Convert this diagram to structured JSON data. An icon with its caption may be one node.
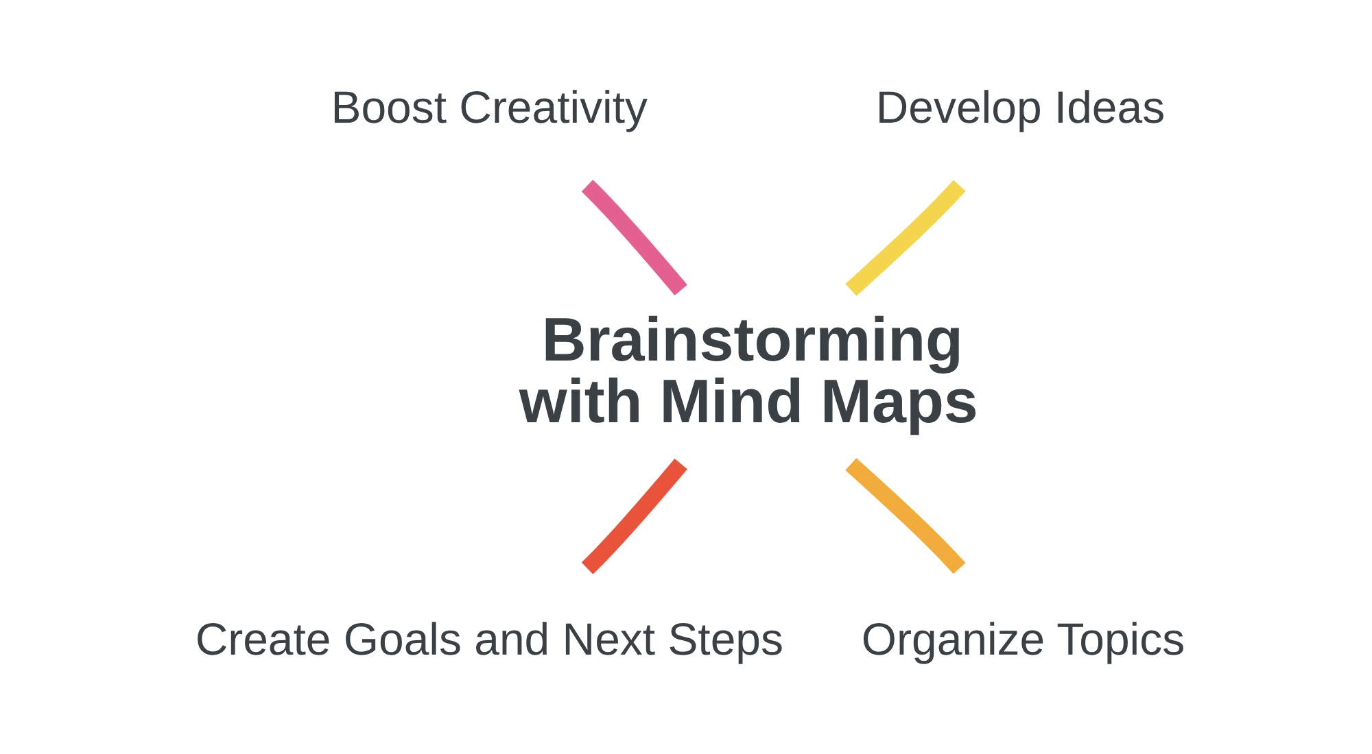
{
  "diagram": {
    "nodes": [
      {
        "text": [
          "Boost Creativity"
        ]
      },
      {
        "text": [
          "Develop Ideas"
        ]
      },
      {
        "text": [
          "Brainstorming with Mind Maps"
        ]
      },
      {
        "text": [
          "Create Goals and Next Steps"
        ]
      },
      {
        "text": [
          "Organize Topics"
        ]
      }
    ],
    "edges": [
      {
        "from": 2,
        "to": 0,
        "arrow": "none",
        "color": "#e4608e"
      },
      {
        "from": 2,
        "to": 1,
        "arrow": "none",
        "color": "#f5d54e"
      },
      {
        "from": 2,
        "to": 3,
        "arrow": "none",
        "color": "#e8533a"
      },
      {
        "from": 2,
        "to": 4,
        "arrow": "none",
        "color": "#f2ac3c"
      }
    ]
  }
}
